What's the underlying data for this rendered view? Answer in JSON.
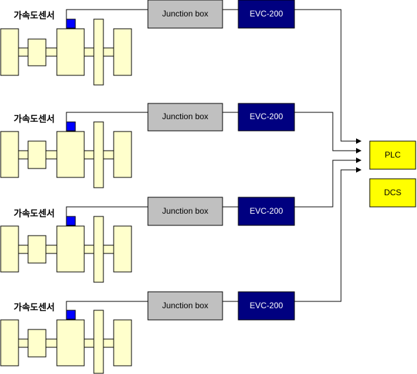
{
  "channels": [
    {
      "sensor_label": "가속도센서",
      "junction_label": "Junction box",
      "monitor_label": "EVC-200"
    },
    {
      "sensor_label": "가속도센서",
      "junction_label": "Junction box",
      "monitor_label": "EVC-200"
    },
    {
      "sensor_label": "가속도센서",
      "junction_label": "Junction box",
      "monitor_label": "EVC-200"
    },
    {
      "sensor_label": "가속도센서",
      "junction_label": "Junction box",
      "monitor_label": "EVC-200"
    }
  ],
  "controllers": [
    {
      "label": "PLC"
    },
    {
      "label": "DCS"
    }
  ],
  "colors": {
    "machine_fill": "#ffffcc",
    "sensor": "#0000ff",
    "junction_box": "#c0c0c0",
    "monitor": "#000080",
    "controller": "#ffff00"
  }
}
